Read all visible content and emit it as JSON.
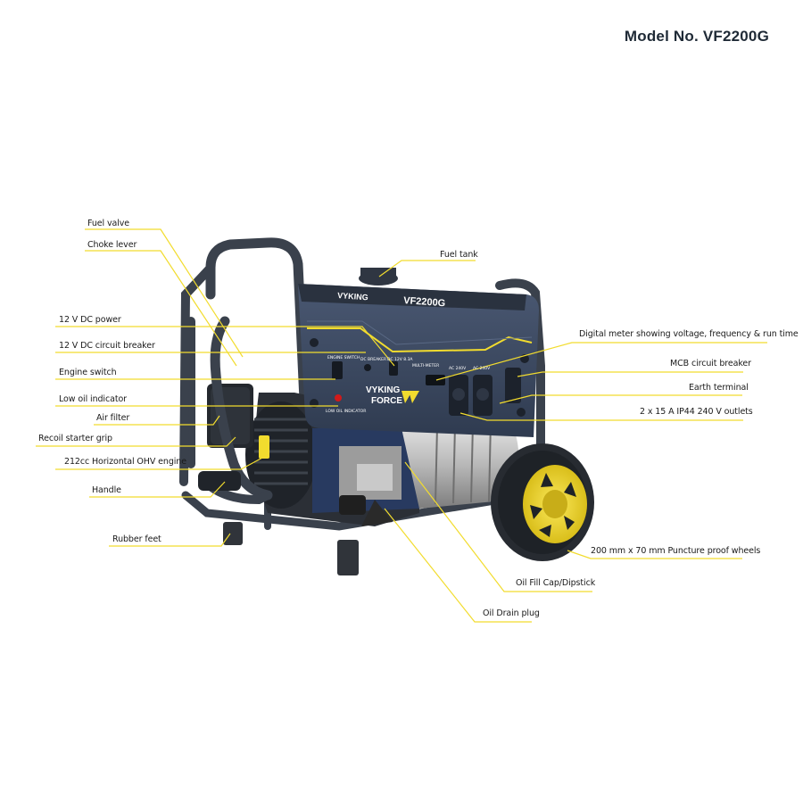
{
  "model_title": "Model No. VF2200G",
  "accent_color": "#f2dc2e",
  "frame_color": "#3a414c",
  "panel_color": "#39475e",
  "brand": {
    "line1": "VYKING",
    "line2": "FORCE",
    "model_badge": "VF2200G"
  },
  "panel_text": {
    "engine_switch": "ENGINE SWITCH",
    "dc_breaker": "DC BREAKER",
    "dc_output": "DC 12V 8.3A",
    "multi_meter": "MULTI-METER",
    "ac_outlet_1": "AC 240V",
    "ac_outlet_2": "AC 240V",
    "low_oil": "LOW OIL INDICATOR"
  },
  "labels_left": [
    {
      "id": "fuel-valve",
      "text": "Fuel valve"
    },
    {
      "id": "choke-lever",
      "text": "Choke lever"
    },
    {
      "id": "dc-power",
      "text": "12 V DC power"
    },
    {
      "id": "dc-breaker",
      "text": "12 V DC circuit breaker"
    },
    {
      "id": "engine-switch",
      "text": "Engine switch"
    },
    {
      "id": "low-oil-indicator",
      "text": "Low oil indicator"
    },
    {
      "id": "air-filter",
      "text": "Air filter"
    },
    {
      "id": "recoil-grip",
      "text": "Recoil starter grip"
    },
    {
      "id": "engine",
      "text": "212cc Horizontal OHV engine"
    },
    {
      "id": "handle",
      "text": "Handle"
    },
    {
      "id": "rubber-feet",
      "text": "Rubber feet"
    }
  ],
  "labels_right": [
    {
      "id": "fuel-tank",
      "text": "Fuel tank"
    },
    {
      "id": "digital-meter",
      "text": "Digital meter showing voltage, frequency & run time"
    },
    {
      "id": "mcb",
      "text": "MCB circuit breaker"
    },
    {
      "id": "earth-terminal",
      "text": "Earth terminal"
    },
    {
      "id": "outlets",
      "text": "2 x 15 A IP44 240 V outlets"
    },
    {
      "id": "wheels",
      "text": "200 mm x 70 mm Puncture proof wheels"
    },
    {
      "id": "oil-fill",
      "text": "Oil Fill Cap/Dipstick"
    },
    {
      "id": "oil-drain",
      "text": "Oil Drain plug"
    }
  ]
}
